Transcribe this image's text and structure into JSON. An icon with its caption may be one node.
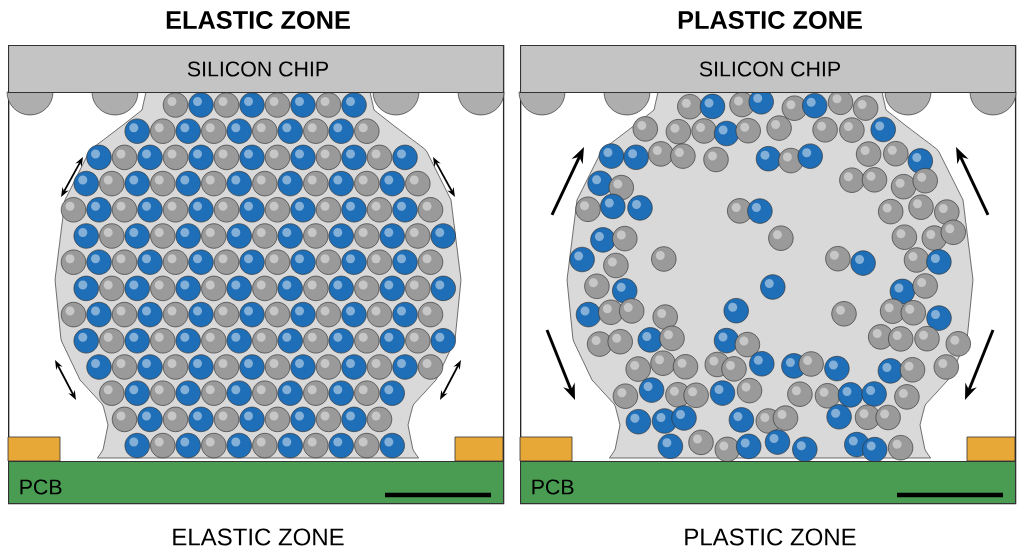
{
  "diagram": {
    "nodes": [
      {
        "text": [
          "ELASTIC ZONE"
        ],
        "beside": [
          "ELASTIC ZONE"
        ]
      },
      {
        "text": [
          "SILICON CHIP"
        ],
        "in": 0
      },
      {
        "text": [
          "PCB"
        ],
        "in": 0
      },
      {
        "text": [
          "PLASTIC ZONE"
        ],
        "beside": [
          "PLASTIC ZONE"
        ]
      },
      {
        "text": [
          "SILICON CHIP"
        ],
        "in": 3
      },
      {
        "text": [
          "PCB"
        ],
        "in": 3
      }
    ]
  }
}
